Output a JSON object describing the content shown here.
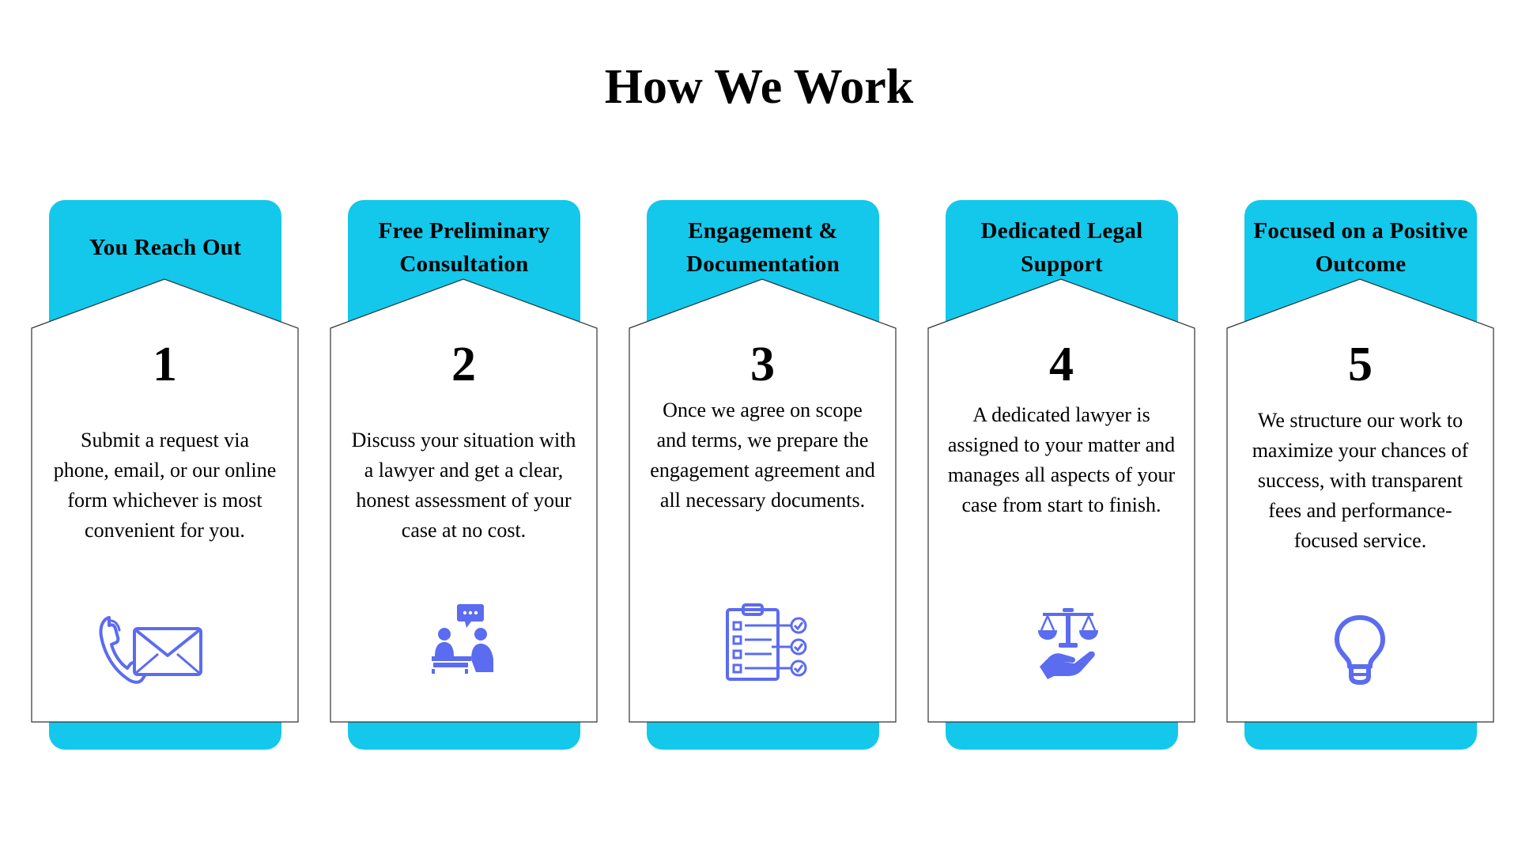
{
  "title": "How We Work",
  "colors": {
    "accent": "#13c8ea",
    "icon": "#5b6cf0",
    "card_border": "#333333"
  },
  "steps": [
    {
      "heading": "You Reach Out",
      "number": "1",
      "description": "Submit a request via phone, email, or our online form whichever is most convenient for you.",
      "icon": "phone-email-icon"
    },
    {
      "heading": "Free Preliminary Consultation",
      "number": "2",
      "description": "Discuss your situation with a lawyer and get a clear, honest assessment of your case at no cost.",
      "icon": "consultation-icon"
    },
    {
      "heading": "Engagement & Documentation",
      "number": "3",
      "description": "Once we agree on scope and terms, we prepare the engagement agreement and all necessary documents.",
      "icon": "checklist-icon"
    },
    {
      "heading": "Dedicated Legal Support",
      "number": "4",
      "description": "A dedicated lawyer is assigned to your matter and manages all aspects of your case from start to finish.",
      "icon": "scales-hand-icon"
    },
    {
      "heading": "Focused on a Positive Outcome",
      "number": "5",
      "description": "We structure our work to maximize your chances of success, with transparent fees and performance-focused service.",
      "icon": "lightbulb-icon"
    }
  ]
}
